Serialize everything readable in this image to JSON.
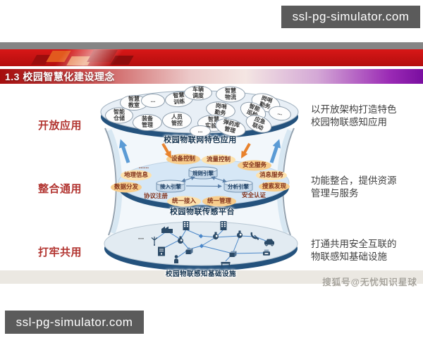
{
  "watermarks": {
    "site_top": "ssl-pg-simulator.com",
    "site_bottom": "ssl-pg-simulator.com",
    "sohu": "搜狐号@无忧知识星球"
  },
  "header": {
    "section_title": "1.3 校园智慧化建设理念"
  },
  "left_labels": [
    "开放应用",
    "整合通用",
    "打牢共用"
  ],
  "right_notes": [
    {
      "lines": [
        "以开放架构打造特色",
        "校园物联感知应用"
      ]
    },
    {
      "lines": [
        "功能整合，提供资源",
        "管理与服务"
      ]
    },
    {
      "lines": [
        "打通共用安全互联的",
        "物联感知基础设施"
      ]
    }
  ],
  "application_layer": {
    "banner": "校园物联网特色应用",
    "apps": [
      "智慧\n教室",
      "...",
      "智慧\n训练",
      "车辆\n调度",
      "智慧\n物流",
      "岗哨\n勤务",
      "智能\n仓储",
      "装备\n管理",
      "人员\n管控",
      "岗哨\n勤务",
      "智慧\n实验室",
      "智能\n巡检",
      "...",
      "弹药库\n管理",
      "应急\n联动",
      "..."
    ]
  },
  "platform_layer": {
    "banner": "校园物联传感平台",
    "services": [
      "设备控制",
      "流量控制",
      "安全服务",
      "消息服务",
      "搜索发现",
      "安全认证",
      "统一管理",
      "统一接入",
      "协议注册",
      "数据分发",
      "地理信息",
      "......"
    ],
    "engines": [
      "规则引擎",
      "接入引擎",
      "分析引擎"
    ]
  },
  "infrastructure_layer": {
    "banner": "校园物联感知基础设施",
    "ellipsis": "...",
    "node_icons": [
      "factory-icon",
      "building-icon",
      "building-icon",
      "antenna-icon",
      "camera-icon",
      "camera-icon",
      "camera-icon",
      "satellite-dish-icon",
      "car-icon",
      "server-icon",
      "box-icon",
      "person-icon",
      "box-icon",
      "desk-icon",
      "printer-icon"
    ]
  },
  "colors": {
    "banner_red": "#cf1212",
    "title_purple": "#7a0ea0",
    "label_red": "#b23430",
    "disc_navy": "#24527d",
    "arrow_blue": "#5b9bd5",
    "arrow_orange": "#e8822d",
    "watermark_bg": "#5b5b5b"
  }
}
